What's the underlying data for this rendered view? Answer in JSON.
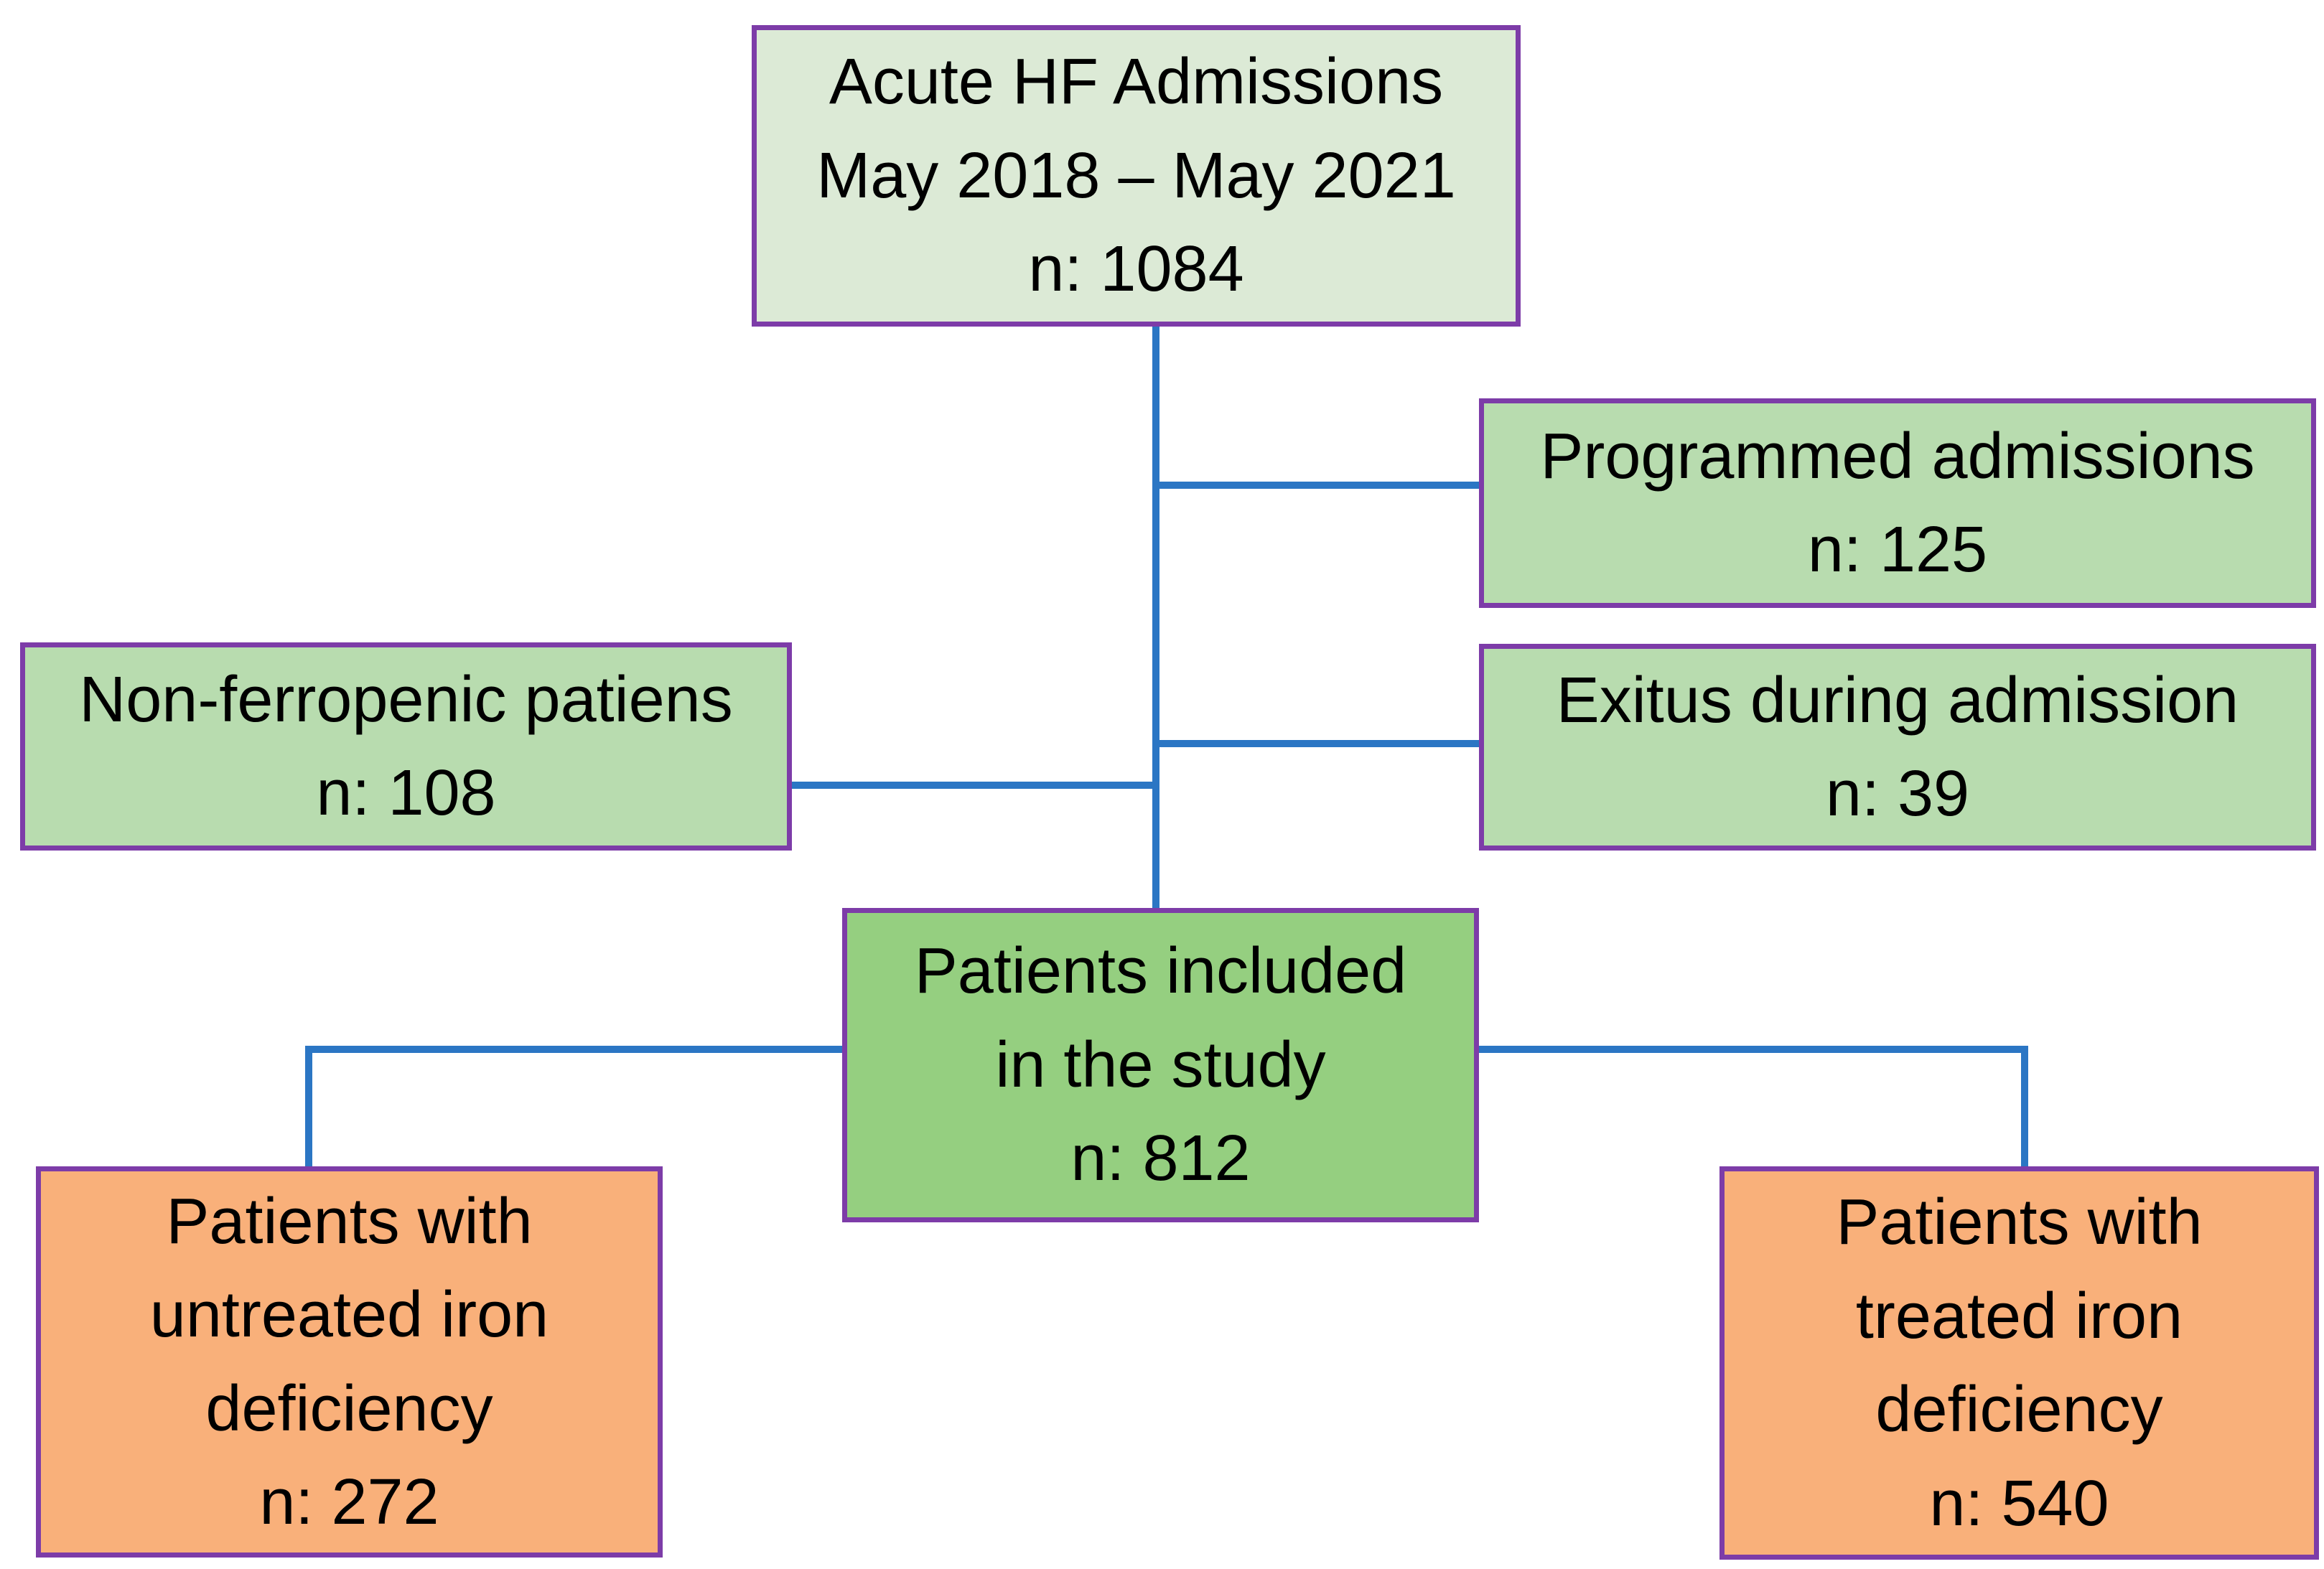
{
  "diagram": {
    "colors": {
      "box_border": "#7d3ca8",
      "connector": "#2b76c4",
      "fill_light_green": "#dcead6",
      "fill_green": "#b8dcaf",
      "fill_dark_green": "#95cf80",
      "fill_orange": "#f9b07a",
      "text": "#000000"
    },
    "nodes": {
      "admissions": {
        "lines": [
          "Acute HF Admissions",
          "May 2018 – May 2021",
          "n: 1084"
        ]
      },
      "programmed": {
        "lines": [
          "Programmed admissions",
          "n: 125"
        ]
      },
      "nonferropenic": {
        "lines": [
          "Non-ferropenic patiens",
          "n: 108"
        ]
      },
      "exitus": {
        "lines": [
          "Exitus during admission",
          "n: 39"
        ]
      },
      "included": {
        "lines": [
          "Patients included",
          "in the study",
          "n: 812"
        ]
      },
      "untreated": {
        "lines": [
          "Patients with",
          "untreated iron",
          "deficiency",
          "n: 272"
        ]
      },
      "treated": {
        "lines": [
          "Patients with",
          "treated iron",
          "deficiency",
          "n: 540"
        ]
      }
    }
  }
}
